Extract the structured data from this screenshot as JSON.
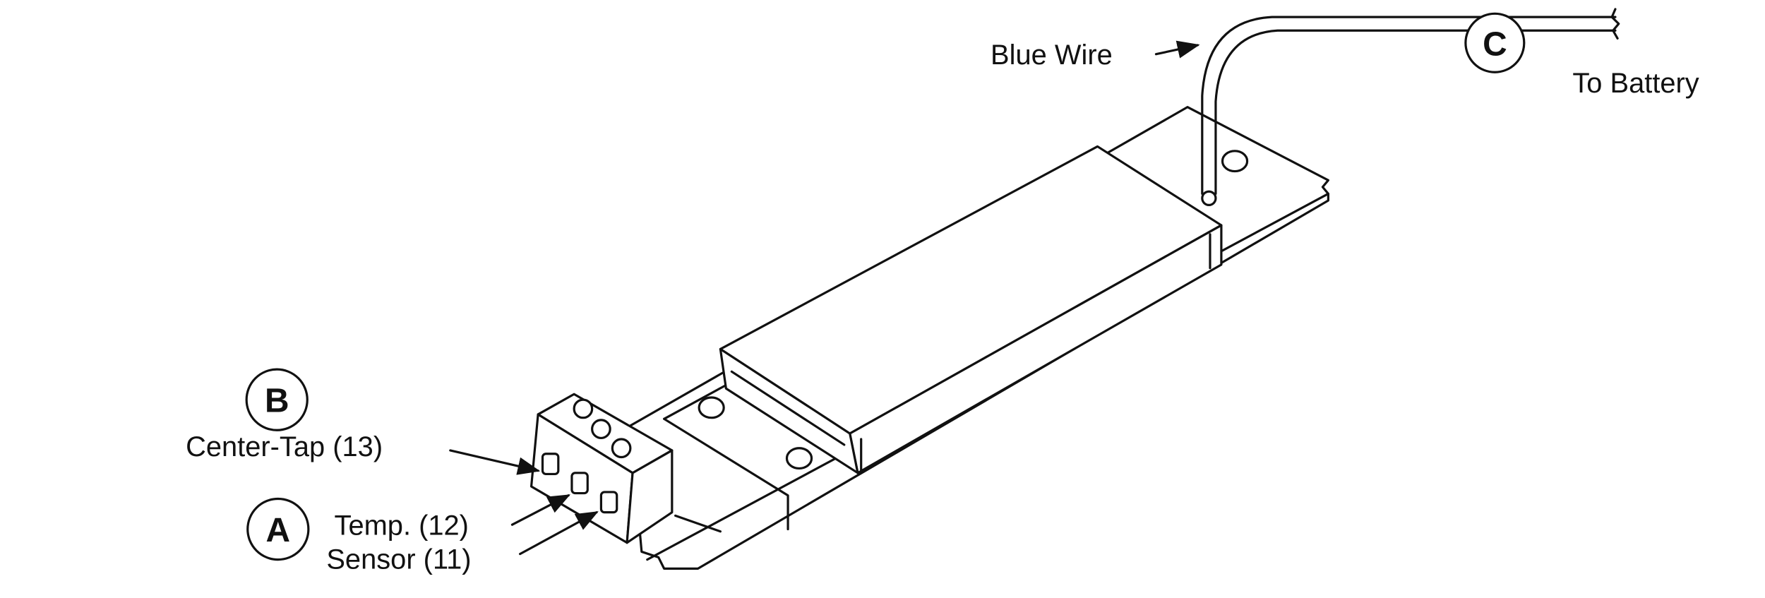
{
  "diagram": {
    "labels": {
      "blue_wire": "Blue Wire",
      "to_battery": "To Battery",
      "center_tap": "Center-Tap (13)",
      "temp": "Temp. (12)",
      "sensor": "Sensor (11)"
    },
    "callouts": {
      "a": "A",
      "b": "B",
      "c": "C"
    }
  }
}
